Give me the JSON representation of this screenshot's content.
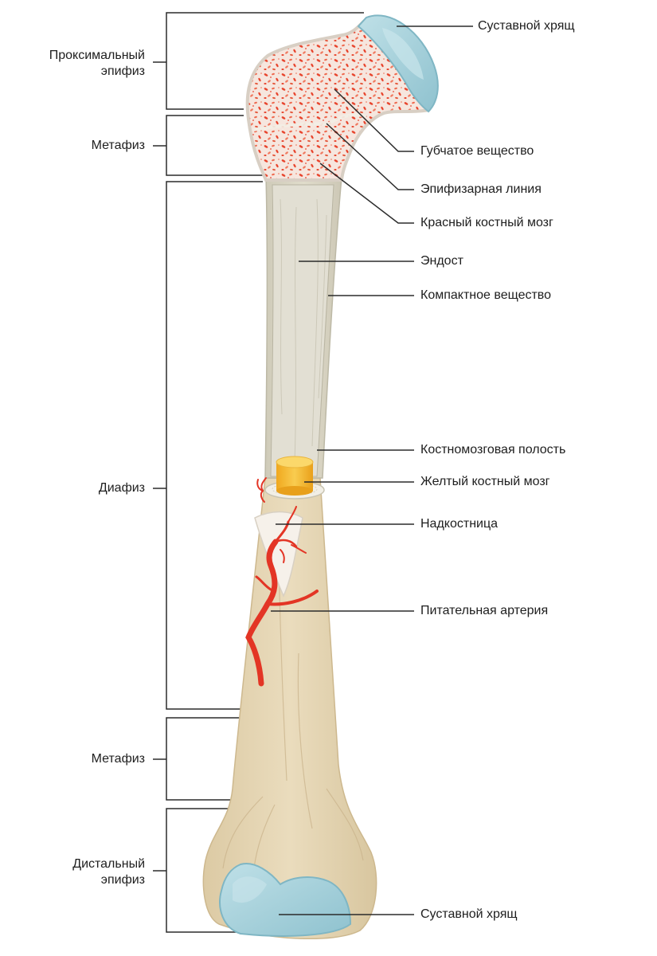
{
  "colors": {
    "cartilage": "#a9d3dc",
    "cartilage_edge": "#7fb6c4",
    "spongy_bg": "#f4e4dc",
    "marrow_red": "#e8452e",
    "bone_shaft": "#d9d4c2",
    "bone_outer": "#e5d6b5",
    "endosteum": "#cfccbc",
    "yellow_marrow": "#f5b82a",
    "artery": "#e33525",
    "leader": "#2b2b2b"
  },
  "left_labels": {
    "proximal_epiphysis": [
      "Проксимальный",
      "эпифиз"
    ],
    "metaphysis_top": "Метафиз",
    "diaphysis": "Диафиз",
    "metaphysis_bottom": "Метафиз",
    "distal_epiphysis": [
      "Дистальный",
      "эпифиз"
    ]
  },
  "right_labels": {
    "articular_cartilage_top": "Суставной хрящ",
    "spongy_bone": "Губчатое вещество",
    "epiphyseal_line": "Эпифизарная линия",
    "red_marrow": "Красный костный мозг",
    "endosteum": "Эндост",
    "compact_bone": "Компактное вещество",
    "medullary_cavity": "Костномозговая полость",
    "yellow_marrow": "Желтый костный мозг",
    "periosteum": "Надкостница",
    "nutrient_artery": "Питательная артерия",
    "articular_cartilage_bottom": "Суставной хрящ"
  }
}
